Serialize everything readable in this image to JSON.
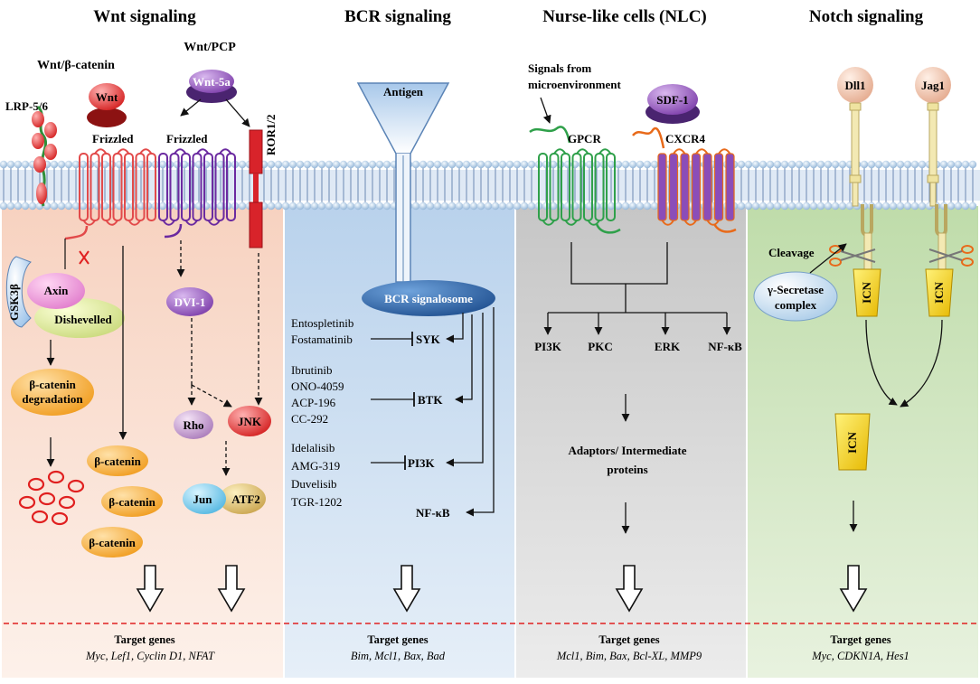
{
  "headers": {
    "wnt": "Wnt signaling",
    "bcr": "BCR signaling",
    "nlc": "Nurse-like cells (NLC)",
    "notch": "Notch signaling"
  },
  "wnt": {
    "beta_pathway_title": "Wnt/β-catenin",
    "pcp_title": "Wnt/PCP",
    "lrp": "LRP-5/6",
    "wnt_ligand": "Wnt",
    "wnt5a": "Wnt-5a",
    "frizzled_1": "Frizzled",
    "frizzled_2": "Frizzled",
    "ror": "ROR1/2",
    "gsk": "GSK3β",
    "axin": "Axin",
    "dishevelled": "Dishevelled",
    "degradation_1": "β-catenin",
    "degradation_2": "degradation",
    "beta_catenin_1": "β-catenin",
    "beta_catenin_2": "β-catenin",
    "beta_catenin_3": "β-catenin",
    "dvi": "DVI-1",
    "rho": "Rho",
    "jnk": "JNK",
    "jun": "Jun",
    "atf2": "ATF2",
    "target_title": "Target genes",
    "target_list": "Myc, Lef1, Cyclin D1, NFAT"
  },
  "bcr": {
    "antigen": "Antigen",
    "signalosome": "BCR signalosome",
    "syk_drugs": [
      "Entospletinib",
      "Fostamatinib"
    ],
    "syk": "SYK",
    "btk_drugs": [
      "Ibrutinib",
      "ONO-4059",
      "ACP-196",
      "CC-292"
    ],
    "btk": "BTK",
    "pi3k_drugs": [
      "Idelalisib",
      "AMG-319",
      "Duvelisib",
      "TGR-1202"
    ],
    "pi3k": "PI3K",
    "nfkb": "NF-κB",
    "target_title": "Target genes",
    "target_list": "Bim, Mcl1, Bax, Bad"
  },
  "nlc": {
    "signals_1": "Signals from",
    "signals_2": "microenvironment",
    "sdf1": "SDF-1",
    "gpcr": "GPCR",
    "cxcr4": "CXCR4",
    "pi3k": "PI3K",
    "pkc": "PKC",
    "erk": "ERK",
    "nfkb": "NF-κB",
    "adaptors_1": "Adaptors/ Intermediate",
    "adaptors_2": "proteins",
    "target_title": "Target genes",
    "target_list": "Mcl1, Bim, Bax, Bcl-XL, MMP9"
  },
  "notch": {
    "dll1": "Dll1",
    "jag1": "Jag1",
    "cleavage": "Cleavage",
    "secretase_1": "γ-Secretase",
    "secretase_2": "complex",
    "icn_1": "ICN",
    "icn_2": "ICN",
    "icn_3": "ICN",
    "target_title": "Target genes",
    "target_list": "Myc, CDKN1A, Hes1"
  },
  "colors": {
    "wnt_panel": "#fbe3d8",
    "bcr_panel": "#cfe0f1",
    "nlc_panel": "#d9d9d9",
    "notch_panel": "#d7e8c8",
    "membrane": "#9fb8d8",
    "dashed_divider": "#e02020"
  }
}
